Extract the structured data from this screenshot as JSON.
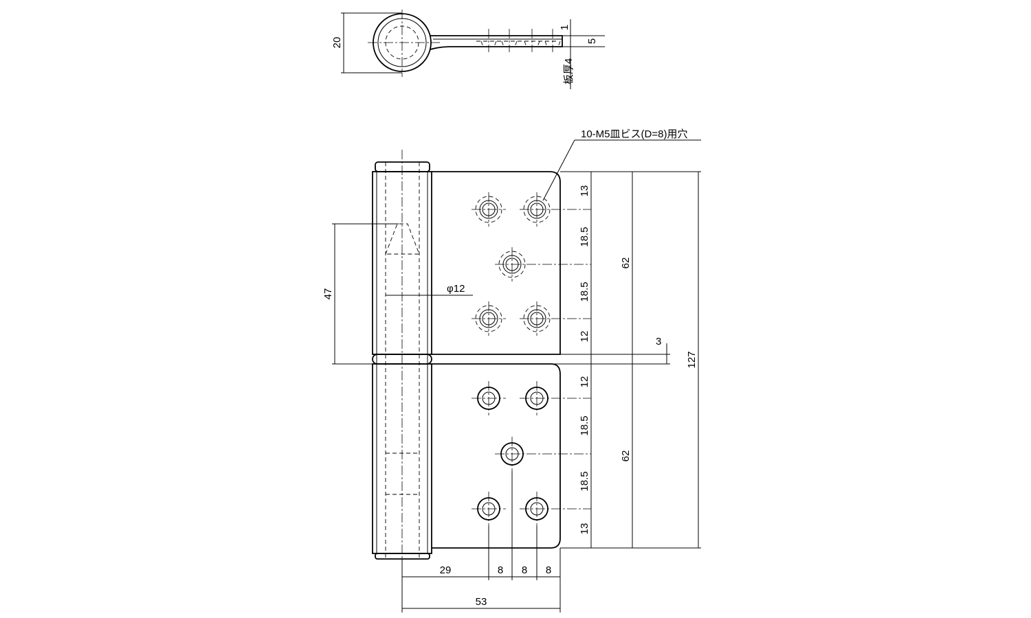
{
  "top_view": {
    "dims": {
      "diameter": "20",
      "leaf_offset": "1",
      "leaf_height": "5",
      "plate_thickness": "板厚4"
    }
  },
  "front_view": {
    "screw_callout": "10-M5皿ビス(D=8)用穴",
    "pin_diameter": "φ12",
    "pin_height": "47",
    "upper_leaf_spacing": [
      "13",
      "18.5",
      "18.5",
      "12"
    ],
    "upper_leaf_total": "62",
    "gap": "3",
    "overall_height": "127",
    "lower_leaf_spacing": [
      "12",
      "18.5",
      "18.5",
      "13"
    ],
    "lower_leaf_total": "62",
    "hole_x_spacing": [
      "29",
      "8",
      "8",
      "8"
    ],
    "overall_width": "53"
  }
}
